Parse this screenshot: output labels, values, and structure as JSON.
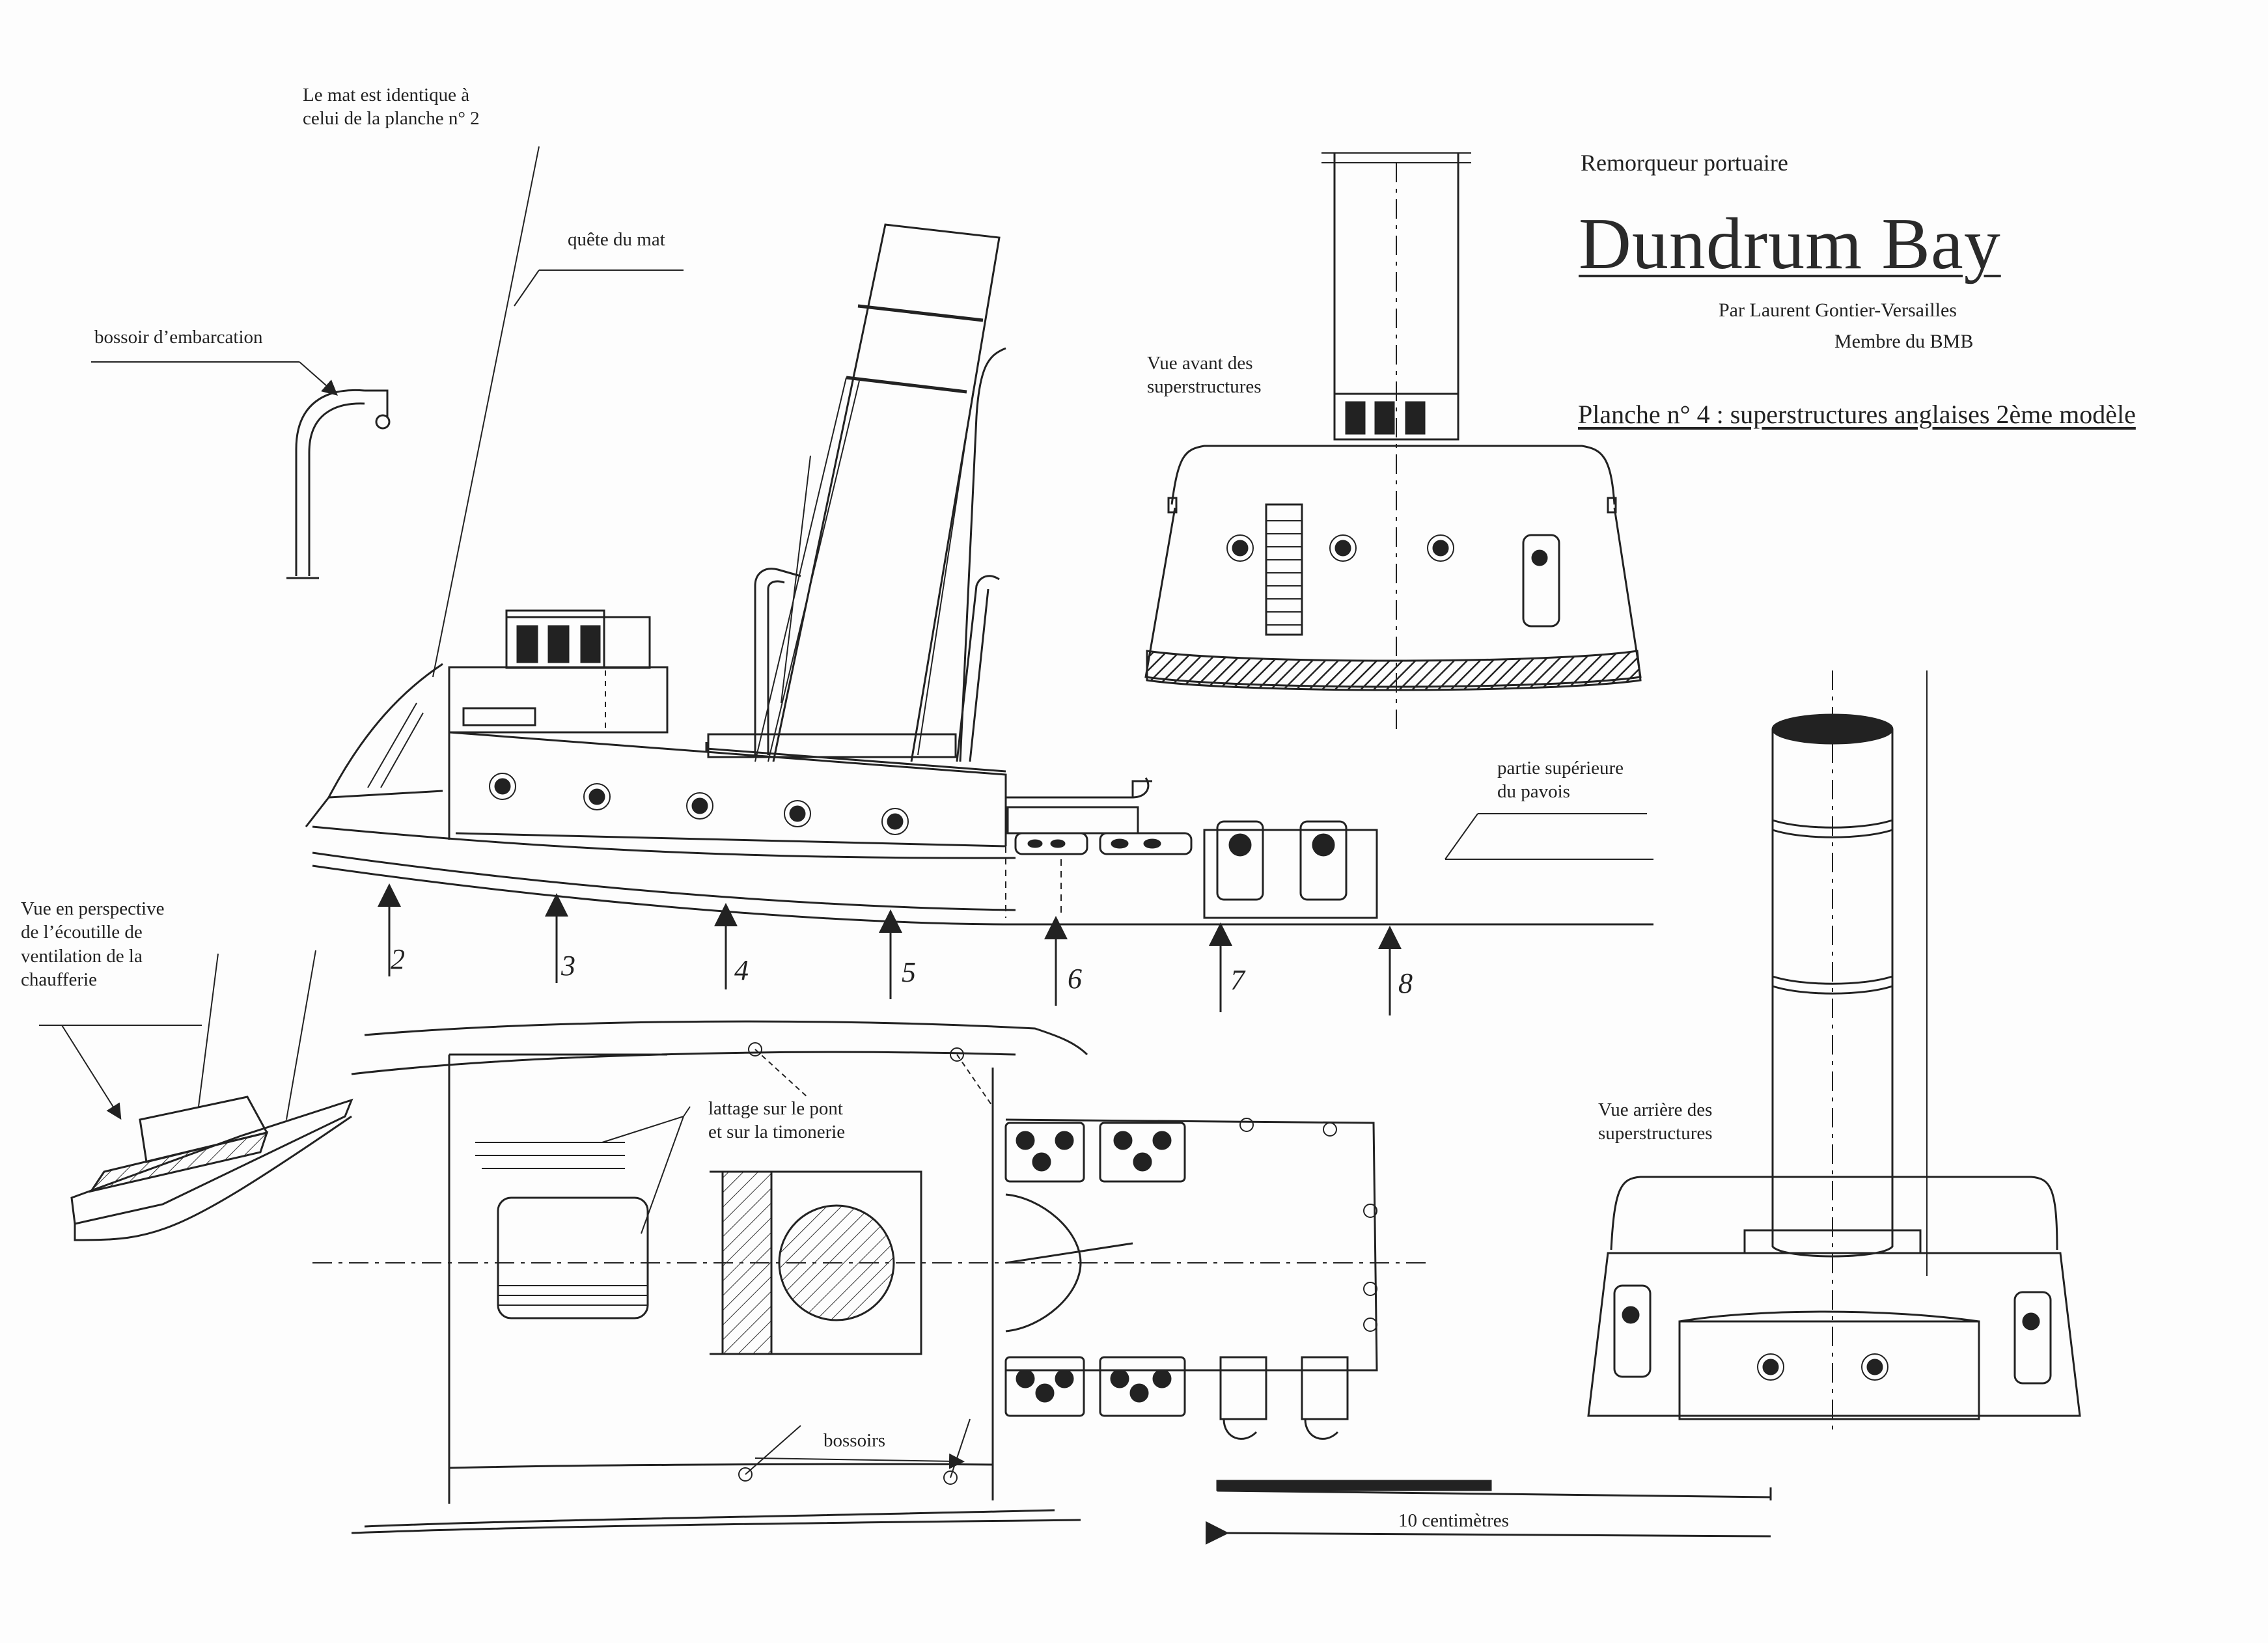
{
  "title": {
    "subtitle": "Remorqueur portuaire",
    "main": "Dundrum Bay",
    "author": "Par Laurent Gontier-Versailles",
    "membership": "Membre  du BMB",
    "plate": "Planche n° 4 : superstructures anglaises 2ème modèle"
  },
  "labels": {
    "mast_note": "Le mat est identique à\ncelui de la planche n° 2",
    "mast_rake": "quête du mat",
    "boat_davit": "bossoir d’embarcation",
    "front_view": "Vue avant des\nsuperstructures",
    "rear_view": "Vue arrière des\nsuperstructures",
    "bulwark_top": "partie supérieure\ndu pavois",
    "hatch_perspective": "Vue en perspective\nde l’écoutille de\nventilation de la\nchaufferie",
    "planking": "lattage sur le pont\net sur la timonerie",
    "davits": "bossoirs",
    "scale": "10 centimètres"
  },
  "frame_numbers": [
    "2",
    "3",
    "4",
    "5",
    "6",
    "7",
    "8"
  ],
  "colors": {
    "ink": "#1e1e1e",
    "paper": "#fdfdfd"
  }
}
